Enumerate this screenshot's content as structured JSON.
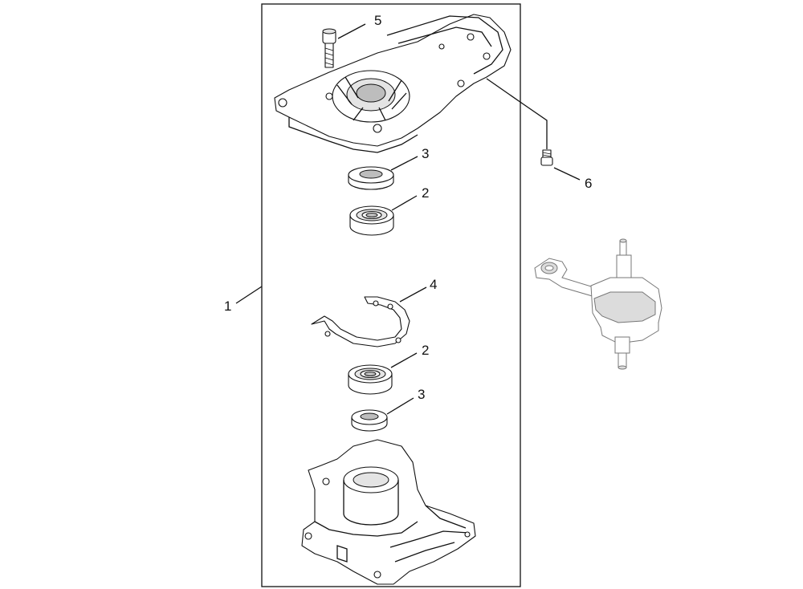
{
  "diagram": {
    "callouts": {
      "c1": "1",
      "c2_upper": "2",
      "c2_lower": "2",
      "c3_upper": "3",
      "c3_lower": "3",
      "c4": "4",
      "c5": "5",
      "c6": "6"
    },
    "parts": [
      "crankcase-upper-half",
      "crankcase-lower-half",
      "ball-bearing",
      "oil-seal",
      "gasket",
      "socket-head-screw",
      "small-screw",
      "crankshaft"
    ]
  }
}
